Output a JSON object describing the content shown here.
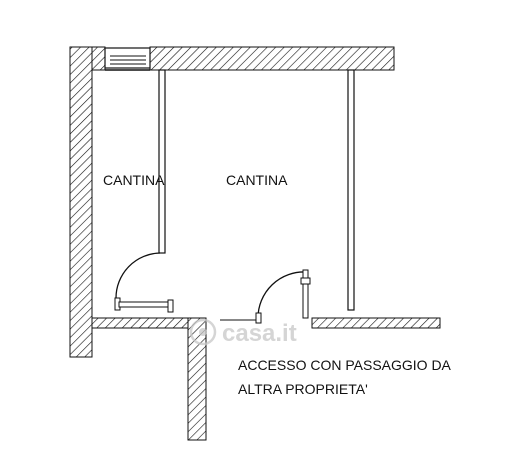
{
  "plan": {
    "rooms": [
      {
        "label": "CANTINA"
      },
      {
        "label": "CANTINA"
      }
    ],
    "note_lines": [
      "ACCESSO CON PASSAGGIO DA",
      "ALTRA PROPRIETA'"
    ],
    "watermark": "casa.it",
    "colors": {
      "line": "#111111",
      "background": "#ffffff",
      "watermark": "#c8c8c8"
    }
  }
}
